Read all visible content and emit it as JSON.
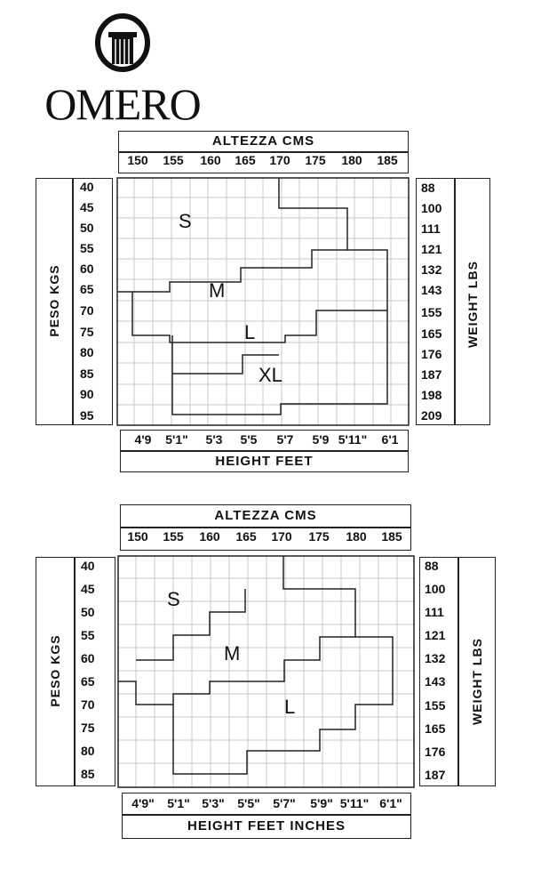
{
  "brand": {
    "name": "OMERO",
    "logo_icon": "column-in-circle-icon"
  },
  "colors": {
    "ink": "#111111",
    "grid": "#c8c8c8",
    "paper": "#ffffff"
  },
  "chart_data": [
    {
      "type": "table",
      "top_title": "ALTEZZA CMS",
      "top_ticks": [
        "150",
        "155",
        "160",
        "165",
        "170",
        "175",
        "180",
        "185"
      ],
      "bottom_title": "HEIGHT FEET",
      "bottom_ticks": [
        "4'9",
        "5'1\"",
        "5'3",
        "5'5",
        "5'7",
        "5'9",
        "5'11\"",
        "6'1"
      ],
      "left_title": "PESO KGS",
      "left_ticks": [
        "40",
        "45",
        "50",
        "55",
        "60",
        "65",
        "70",
        "75",
        "80",
        "85",
        "90",
        "95"
      ],
      "right_title": "WEIGHT LBS",
      "right_ticks": [
        "88",
        "100",
        "111",
        "121",
        "132",
        "143",
        "155",
        "165",
        "176",
        "187",
        "198",
        "209"
      ],
      "sizes": [
        "S",
        "M",
        "L",
        "XL"
      ]
    },
    {
      "type": "table",
      "top_title": "ALTEZZA CMS",
      "top_ticks": [
        "150",
        "155",
        "160",
        "165",
        "170",
        "175",
        "180",
        "185"
      ],
      "bottom_title": "HEIGHT FEET INCHES",
      "bottom_ticks": [
        "4'9\"",
        "5'1\"",
        "5'3\"",
        "5'5\"",
        "5'7\"",
        "5'9\"",
        "5'11\"",
        "6'1\""
      ],
      "left_title": "PESO KGS",
      "left_ticks": [
        "40",
        "45",
        "50",
        "55",
        "60",
        "65",
        "70",
        "75",
        "80",
        "85"
      ],
      "right_title": "WEIGHT LBS",
      "right_ticks": [
        "88",
        "100",
        "111",
        "121",
        "132",
        "143",
        "155",
        "165",
        "176",
        "187"
      ],
      "sizes": [
        "S",
        "M",
        "L"
      ]
    }
  ]
}
